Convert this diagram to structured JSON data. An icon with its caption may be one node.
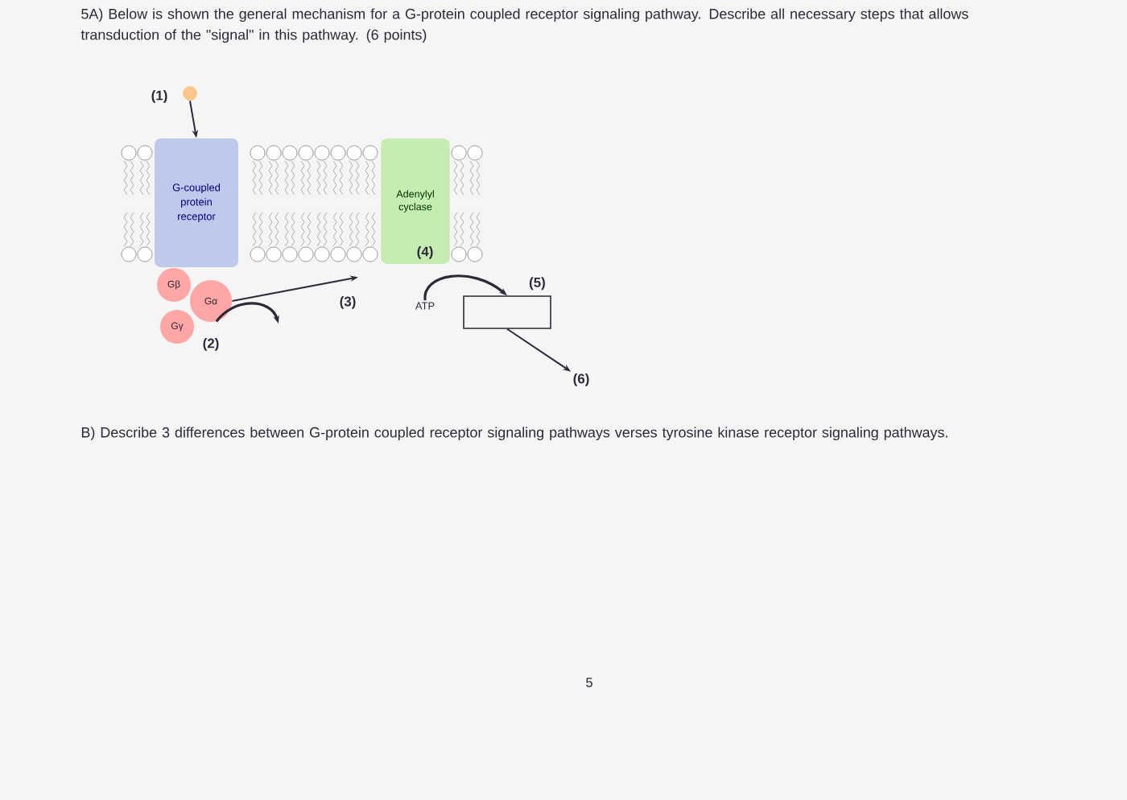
{
  "diagram": {
    "nodes": [
      {
        "text": [],
        "shape": "circle"
      },
      {
        "text": [
          "G-coupled protein receptor"
        ]
      },
      {
        "text": [
          "Gβ"
        ]
      },
      {
        "text": [
          "Gα"
        ]
      },
      {
        "text": [
          "Gγ"
        ]
      },
      {
        "text": [
          "Adenylyl cyclase"
        ]
      },
      {
        "text": [
          "ATP"
        ]
      },
      {
        "text": [],
        "shape": "box",
        "beside": [
          "(5)"
        ]
      },
      {
        "text": [
          "(6)"
        ]
      }
    ],
    "edges": [
      {
        "from": 0,
        "to": 1,
        "arrow": "to"
      },
      {
        "from": 3,
        "to": 5,
        "arrow": "to",
        "label": "(3)"
      },
      {
        "from": 3,
        "to": null,
        "arrow": "to",
        "label": "(2)"
      },
      {
        "from": 6,
        "to": 7,
        "arrow": "to",
        "label": "(4)"
      },
      {
        "from": 7,
        "to": 8,
        "arrow": "to"
      }
    ],
    "labels": [
      "5A) Below is shown the general mechanism for a G-protein coupled receptor signaling pathway. Describe all necessary steps that allows transduction of the \"signal\" in this pathway. (6 points)",
      "(1)",
      "B) Describe 3 differences between G-protein coupled receptor signaling pathways verses tyrosine kinase receptor signaling pathways.",
      "5"
    ]
  }
}
